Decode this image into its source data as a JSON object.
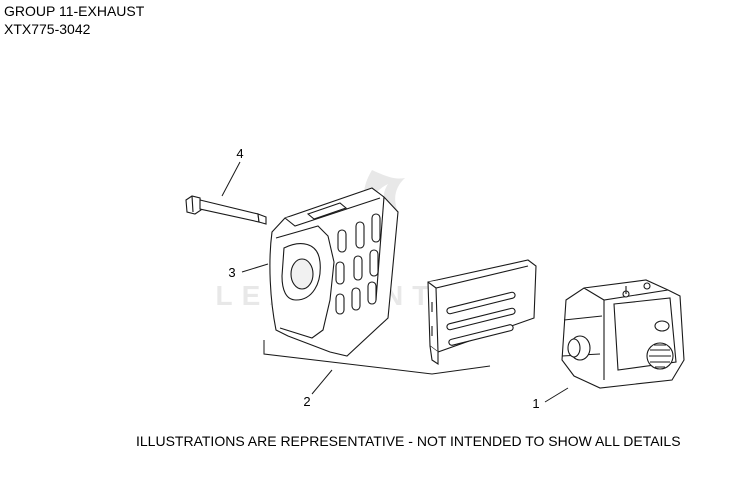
{
  "header": {
    "group_title": "GROUP 11-EXHAUST",
    "model_number": "XTX775-3042"
  },
  "callouts": [
    {
      "number": "1",
      "part": "muffler"
    },
    {
      "number": "2",
      "part": "muffler-guard-bracket"
    },
    {
      "number": "3",
      "part": "heat-shield"
    },
    {
      "number": "4",
      "part": "bolt"
    }
  ],
  "watermark": {
    "brand": "LEADVENTURE"
  },
  "footer": {
    "disclaimer": "ILLUSTRATIONS ARE REPRESENTATIVE - NOT INTENDED TO SHOW ALL DETAILS"
  },
  "colors": {
    "line": "#1a1a1a",
    "watermark": "#e3e3e3",
    "background": "#ffffff"
  }
}
